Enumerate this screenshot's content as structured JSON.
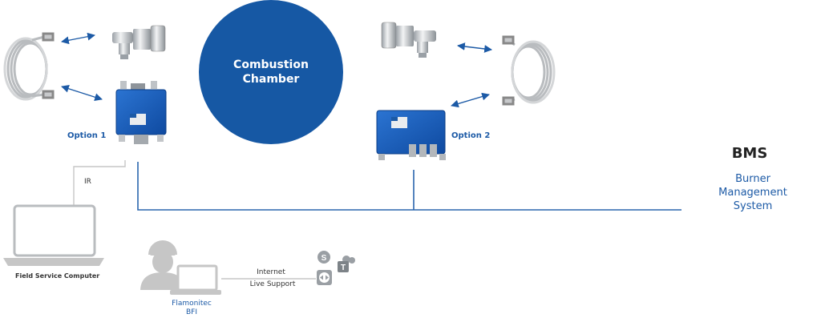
{
  "chamber": {
    "line1": "Combustion",
    "line2": "Chamber"
  },
  "options": {
    "option1": "Option 1",
    "option2": "Option 2"
  },
  "bms": {
    "title": "BMS",
    "line1": "Burner",
    "line2": "Management",
    "line3": "System"
  },
  "ir_label": "IR",
  "field_computer_label": "Field Service Computer",
  "internet": {
    "line1": "Internet",
    "line2": "Live Support"
  },
  "engineer": {
    "line1": "Flamonitec",
    "line2": "BFI"
  },
  "colors": {
    "brand_blue": "#1c5aa6",
    "chamber_blue": "#1658a4",
    "grey": "#c6c6c6",
    "line_blue": "#2a66ad"
  },
  "icons": [
    "cable-coil-icon",
    "sensor-fitting-icon",
    "control-box-icon",
    "laptop-icon",
    "engineer-icon",
    "skype-icon",
    "teams-icon",
    "teamviewer-icon",
    "double-arrow-icon"
  ]
}
